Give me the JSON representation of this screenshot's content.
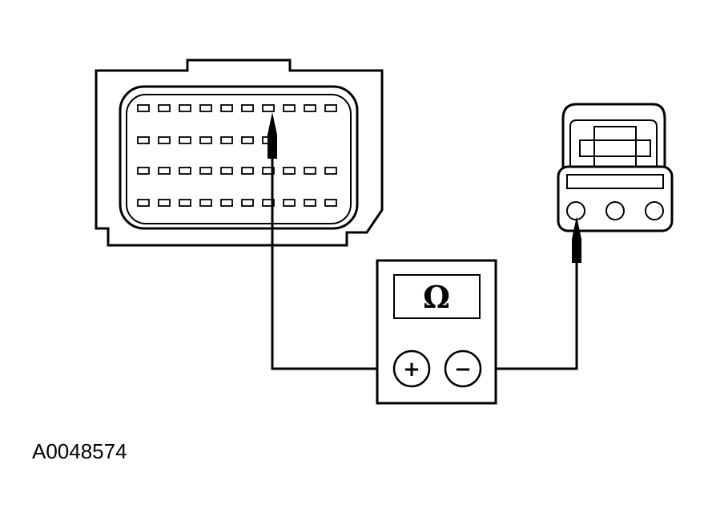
{
  "meter": {
    "display_symbol": "Ω",
    "positive_terminal": "+",
    "negative_terminal": "−"
  },
  "connector_large": {
    "pin_rows": [
      10,
      7,
      10,
      10
    ]
  },
  "connector_small": {
    "terminal_count": 3
  },
  "reference_code": "A0048574"
}
